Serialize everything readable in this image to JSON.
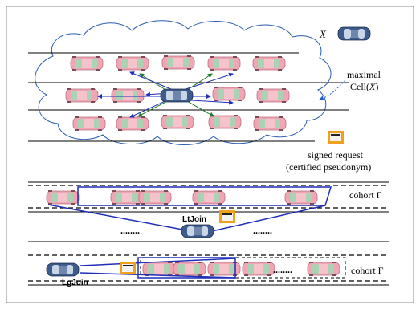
{
  "labels": {
    "vehicle_x": "X",
    "maximal_line1": "maximal",
    "maximal_line2_prefix": "Cell(",
    "maximal_line2_var": "X",
    "maximal_line2_suffix": ")",
    "signed_request_line1": "signed request",
    "signed_request_line2": "(certified pseudonym)",
    "cohort_upper": "cohort Γ",
    "cohort_lower": "cohort Γ",
    "ltjoin": "LtJoin",
    "lgjoin": "LgJoin",
    "dots": "........"
  },
  "colors": {
    "frame": "#888888",
    "road_line": "#000000",
    "cloud_stroke": "#2a5db0",
    "car_body": "#f0a6b4",
    "car_window": "#9cc8a8",
    "car_dark_body": "#3d5b8c",
    "cohort_box": "#1f2fb8",
    "request_border": "#f0a11a",
    "request_fill": "#f3f3f3",
    "green_arrow": "#1e7a2a",
    "blue_arrow": "#1f2fb8",
    "dotted_arrow": "#1f5fd0"
  },
  "icons": {
    "pink_car": "car-icon",
    "dark_car": "car-icon",
    "request": "signed-request-icon"
  }
}
